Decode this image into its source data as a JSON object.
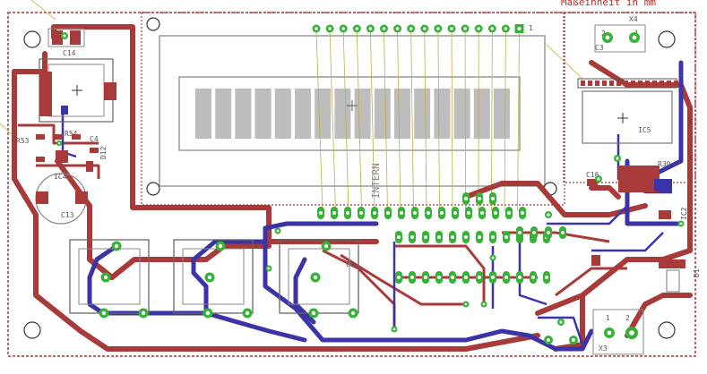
{
  "title_text": "Maßeinheit in mm",
  "vertical_text": "INTERN",
  "labels": {
    "c14": "C14",
    "r53": "R53",
    "r54": "R54",
    "c4": "C4",
    "d12": "D12",
    "ic4": "IC4",
    "c13": "C13",
    "x4": "X4",
    "c3": "C3",
    "ic5": "IC5",
    "c16": "C16",
    "r30": "R30",
    "ic2": "IC2",
    "d1": "D1",
    "x3": "X3",
    "pin1": "1",
    "pin2": "2",
    "x4_1": "1",
    "x4_2": "2",
    "x3_2": "2",
    "x3_1": "1",
    "c4b": "C4"
  },
  "colors": {
    "top_copper": "#a83a3a",
    "bottom_copper": "#3a34a8",
    "pad": "#36b236",
    "silk": "#8a8a8a",
    "board_edge": "#a83a3a"
  },
  "lcd_segment_count": 16
}
